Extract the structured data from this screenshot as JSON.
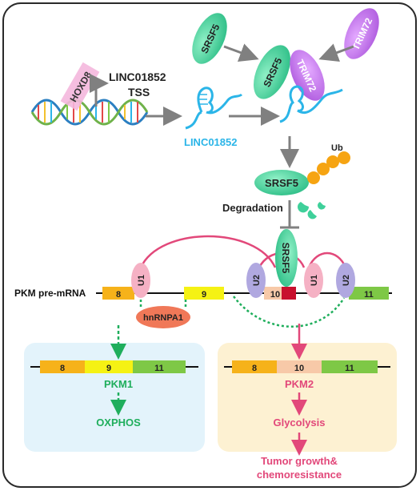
{
  "labels": {
    "hoxd8": "HOXD8",
    "linc_tss_1": "LINC01852",
    "linc_tss_2": "TSS",
    "linc_name": "LINC01852",
    "srsf5": "SRSF5",
    "trim72": "TRIM72",
    "ub": "Ub",
    "degradation": "Degradation",
    "pkm_pre_mrna": "PKM pre-mRNA",
    "u1": "U1",
    "u2": "U2",
    "hnrnpa1": "hnRNPA1",
    "pkm1": "PKM1",
    "pkm2": "PKM2",
    "oxphos": "OXPHOS",
    "glycolysis": "Glycolysis",
    "tumor_1": "Tumor growth&",
    "tumor_2": "chemoresistance"
  },
  "exons": {
    "e8": "8",
    "e9": "9",
    "e10": "10",
    "e11": "11"
  },
  "colors": {
    "srsf5": "#3fd09a",
    "trim72": "#c070e8",
    "hoxd8": "#f4b7dd",
    "rna": "#2bb5e8",
    "exon8": "#f6b21a",
    "exon9": "#f5f214",
    "exon10": "#f7c9a8",
    "exon11": "#7ec846",
    "pink": "#e2487a",
    "green_text": "#1fae5c",
    "pkm1_box": "#e3f3fb",
    "pkm2_box": "#fdf1d2",
    "u1": "#f5b1c4",
    "u2": "#b0a8e0",
    "hnrnpa1": "#f07858",
    "ub": "#f6a412"
  }
}
